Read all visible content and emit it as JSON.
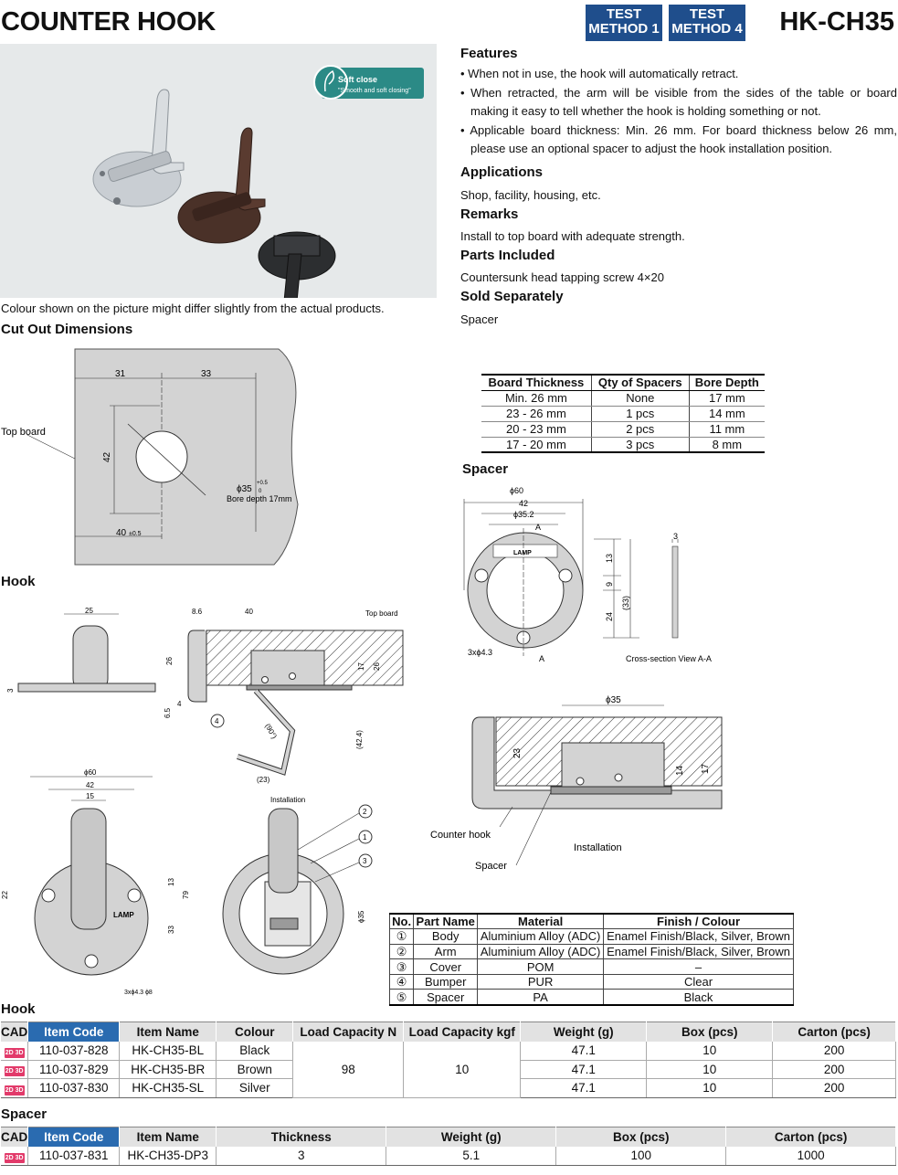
{
  "header": {
    "title": "COUNTER HOOK",
    "badge1": [
      "TEST",
      "METHOD 1"
    ],
    "badge2": [
      "TEST",
      "METHOD 4"
    ],
    "model": "HK-CH35"
  },
  "photo": {
    "soft_close_title": "Soft close",
    "soft_close_sub": "\"Smooth and soft closing\"",
    "caption": "Colour shown on the picture might differ slightly from the actual products."
  },
  "features": {
    "heading": "Features",
    "items": [
      "When not in use, the hook will automatically retract.",
      "When retracted, the arm will be visible from the sides of the table or board making it easy to tell whether the hook is holding something or not.",
      "Applicable board thickness: Min. 26 mm. For board thickness below 26 mm, please use an optional spacer to adjust the hook installation position."
    ]
  },
  "applications": {
    "heading": "Applications",
    "text": "Shop, facility, housing, etc."
  },
  "remarks": {
    "heading": "Remarks",
    "text": "Install to top board with adequate strength."
  },
  "parts_included": {
    "heading": "Parts Included",
    "text": "Countersunk head tapping screw 4×20"
  },
  "sold_separately": {
    "heading": "Sold Separately",
    "text": "Spacer"
  },
  "cutout": {
    "heading": "Cut Out Dimensions",
    "label_top_board": "Top board",
    "dim_31": "31",
    "dim_33": "33",
    "dim_42": "42",
    "dim_40": "40",
    "tol_40": "±0.5",
    "dia": "ϕ35",
    "tol_dia_top": "+0.5",
    "tol_dia_bottom": "0",
    "bore": "Bore depth 17mm"
  },
  "board_table": {
    "headers": [
      "Board Thickness",
      "Qty of Spacers",
      "Bore Depth"
    ],
    "rows": [
      [
        "Min. 26 mm",
        "None",
        "17 mm"
      ],
      [
        "23 - 26 mm",
        "1 pcs",
        "14 mm"
      ],
      [
        "20 - 23 mm",
        "2 pcs",
        "11 mm"
      ],
      [
        "17 - 20 mm",
        "3 pcs",
        "8 mm"
      ]
    ]
  },
  "spacer_drawing": {
    "heading": "Spacer",
    "d60": "ϕ60",
    "d42": "42",
    "d352": "ϕ35.2",
    "a": "A",
    "d13": "13",
    "d9": "9",
    "d24": "24",
    "d33": "(33)",
    "d3": "3",
    "holes": "3xϕ4.3",
    "brand": "LAMP",
    "section_label": "Cross-section View A-A"
  },
  "install_drawing": {
    "d35": "ϕ35",
    "d23": "23",
    "d14": "14",
    "d17": "17",
    "counter_hook": "Counter hook",
    "spacer": "Spacer",
    "installation": "Installation"
  },
  "hook_drawing": {
    "heading": "Hook",
    "d25": "25",
    "d26": "26",
    "d3": "3",
    "d86": "8.6",
    "d40": "40",
    "top_board": "Top board",
    "d17": "17",
    "d26b": "26",
    "d65": "6.5",
    "d4": "4",
    "angle": "(90°)",
    "d424": "(42.4)",
    "d23": "(23)",
    "n4": "4",
    "d60": "ϕ60",
    "d42": "42",
    "d15": "15",
    "d22": "22",
    "d13": "13",
    "d79": "79",
    "d33": "33",
    "holes": "3xϕ4.3 ϕ8",
    "brand": "LAMP",
    "installation": "Installation",
    "d35": "ϕ35",
    "n1": "1",
    "n2": "2",
    "n3": "3"
  },
  "parts_table": {
    "headers": [
      "No.",
      "Part Name",
      "Material",
      "Finish / Colour"
    ],
    "rows": [
      [
        "①",
        "Body",
        "Aluminium Alloy (ADC)",
        "Enamel Finish/Black, Silver, Brown"
      ],
      [
        "②",
        "Arm",
        "Aluminium Alloy (ADC)",
        "Enamel Finish/Black, Silver, Brown"
      ],
      [
        "③",
        "Cover",
        "POM",
        "–"
      ],
      [
        "④",
        "Bumper",
        "PUR",
        "Clear"
      ],
      [
        "⑤",
        "Spacer",
        "PA",
        "Black"
      ]
    ]
  },
  "hook_table": {
    "heading": "Hook",
    "cad_icon": "2D 3D",
    "headers": [
      "CAD",
      "Item Code",
      "Item Name",
      "Colour",
      "Load Capacity N",
      "Load Capacity kgf",
      "Weight (g)",
      "Box (pcs)",
      "Carton (pcs)"
    ],
    "load_n": "98",
    "load_kgf": "10",
    "rows": [
      {
        "code": "110-037-828",
        "name": "HK-CH35-BL",
        "colour": "Black",
        "weight": "47.1",
        "box": "10",
        "carton": "200"
      },
      {
        "code": "110-037-829",
        "name": "HK-CH35-BR",
        "colour": "Brown",
        "weight": "47.1",
        "box": "10",
        "carton": "200"
      },
      {
        "code": "110-037-830",
        "name": "HK-CH35-SL",
        "colour": "Silver",
        "weight": "47.1",
        "box": "10",
        "carton": "200"
      }
    ]
  },
  "spacer_table": {
    "heading": "Spacer",
    "headers": [
      "CAD",
      "Item Code",
      "Item Name",
      "Thickness",
      "Weight (g)",
      "Box (pcs)",
      "Carton (pcs)"
    ],
    "rows": [
      {
        "code": "110-037-831",
        "name": "HK-CH35-DP3",
        "thickness": "3",
        "weight": "5.1",
        "box": "100",
        "carton": "1000"
      }
    ]
  },
  "colors": {
    "badge": "#1f4e8c",
    "item_code_header": "#2a6bb0",
    "cad_icon": "#e23a6a",
    "drawing_fill": "#d3d3d3"
  }
}
